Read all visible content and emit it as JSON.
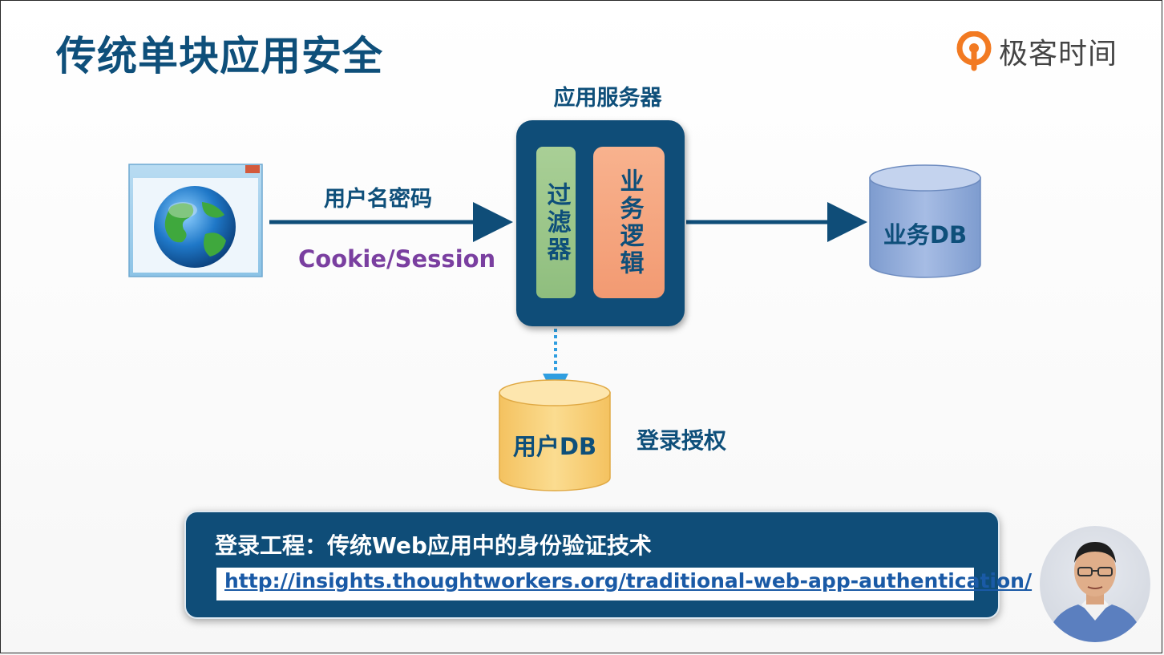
{
  "slide": {
    "title": "传统单块应用安全",
    "logo_text": "极客时间"
  },
  "diagram": {
    "server_label": "应用服务器",
    "filter_label": "过滤器",
    "logic_label": "业务逻辑",
    "arrow_label_credentials": "用户名密码",
    "arrow_label_cookie": "Cookie/Session",
    "business_db": "业务DB",
    "user_db": "用户DB",
    "auth_label": "登录授权"
  },
  "reference": {
    "title": "登录工程：传统Web应用中的身份验证技术",
    "url": "http://insights.thoughtworkers.org/traditional-web-app-authentication/"
  },
  "icons": {
    "browser": "browser-globe-icon",
    "logo": "geektime-logo-icon",
    "presenter": "presenter-avatar"
  },
  "colors": {
    "title": "#0e4f7a",
    "server": "#0f4d78",
    "filter": "#9dc78a",
    "logic": "#f5a57f",
    "business_db": "#8fa9d8",
    "user_db": "#f7cd72",
    "cookie_text": "#7a3fa0",
    "dotted_arrow": "#2f9ee0"
  }
}
